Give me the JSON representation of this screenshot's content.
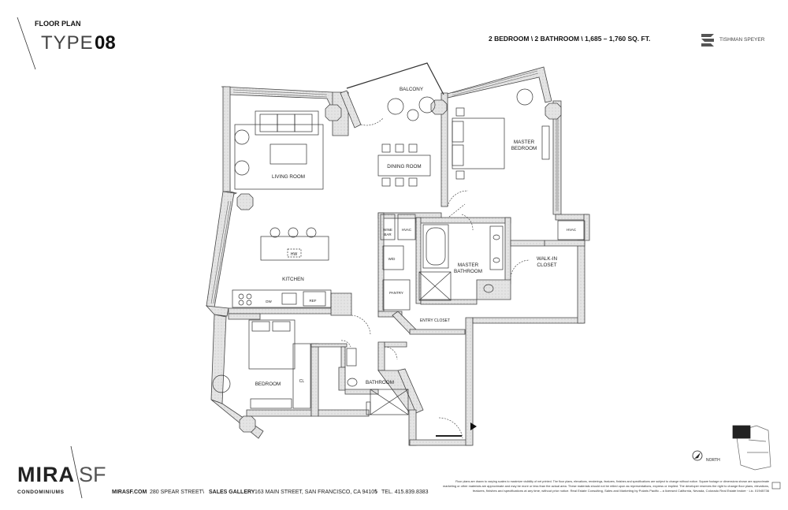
{
  "header": {
    "label": "FLOOR PLAN",
    "type_word": "TYPE",
    "type_number": "08",
    "specs": "2 BEDROOM  \\  2 BATHROOM  \\  1,685 – 1,760 SQ. FT.",
    "developer": "TISHMAN SPEYER"
  },
  "rooms": {
    "living": "LIVING ROOM",
    "dining": "DINING ROOM",
    "balcony": "BALCONY",
    "master_bedroom_1": "MASTER",
    "master_bedroom_2": "BEDROOM",
    "kitchen": "KITCHEN",
    "hw": "HW",
    "wine_1": "WINE",
    "wine_2": "BAR",
    "hvac_1": "HVAC",
    "hvac_2": "HVAC",
    "wd": "W/D",
    "pantry": "PANTRY",
    "master_bath_1": "MASTER",
    "master_bath_2": "BATHROOM",
    "walkin_1": "WALK-IN",
    "walkin_2": "CLOSET",
    "entry_closet": "ENTRY CLOSET",
    "dw": "DW",
    "ref": "REF",
    "bedroom": "BEDROOM",
    "cl": "CL",
    "bathroom": "BATHROOM"
  },
  "compass": {
    "label": "NORTH"
  },
  "footer": {
    "brand_main": "MIRA",
    "brand_sf": "SF",
    "brand_sub": "CONDOMINIUMS",
    "website": "MIRASF.COM",
    "address": "280 SPEAR STREET",
    "sep1": "\\",
    "gallery_label": "SALES GALLERY",
    "gallery_address": "163 MAIN STREET, SAN FRANCISCO, CA 94105",
    "sep2": "\\",
    "tel": "TEL. 415.839.8383",
    "disclaimer_1": "Floor plans are drawn to varying scales to maximize visibility of net printed. The floor plans, elevations, renderings, features, finishes and specifications are subject to change without notice. Square footage or dimensions shown are approximate",
    "disclaimer_2": "marketing or other materials are approximate and may be more or less than the actual area. These materials should not be relied upon as representations, express or implied. The developer reserves the right to change floor plans, elevations,",
    "disclaimer_3": "features, finishes and specifications at any time, without prior notice. Real Estate Consulting, Sales and Marketing by Polaris Pacific – a licensed California, Nevada, Colorado Real Estate broker · Lic. 01945736"
  },
  "colors": {
    "wall": "#4a4a4a",
    "wall_fill": "#d9d9d9",
    "line": "#333333"
  }
}
